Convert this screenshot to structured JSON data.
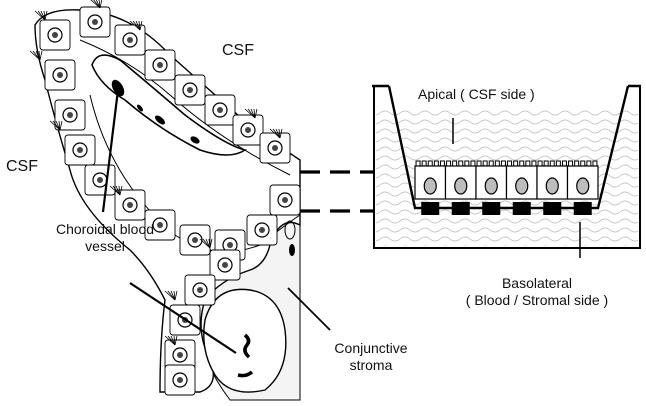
{
  "labels": {
    "csf_top": "CSF",
    "csf_left": "CSF",
    "choroidal_line1": "Choroidal blood",
    "choroidal_line2": "vessel",
    "conjunctive_line1": "Conjunctive",
    "conjunctive_line2": "stroma",
    "apical": "Apical ( CSF side )",
    "basolateral_line1": "Basolateral",
    "basolateral_line2": "( Blood / Stromal side )"
  },
  "colors": {
    "ink": "#000000",
    "nucleus": "#bdbdbd",
    "medium_wave": "#c8c8c8"
  }
}
